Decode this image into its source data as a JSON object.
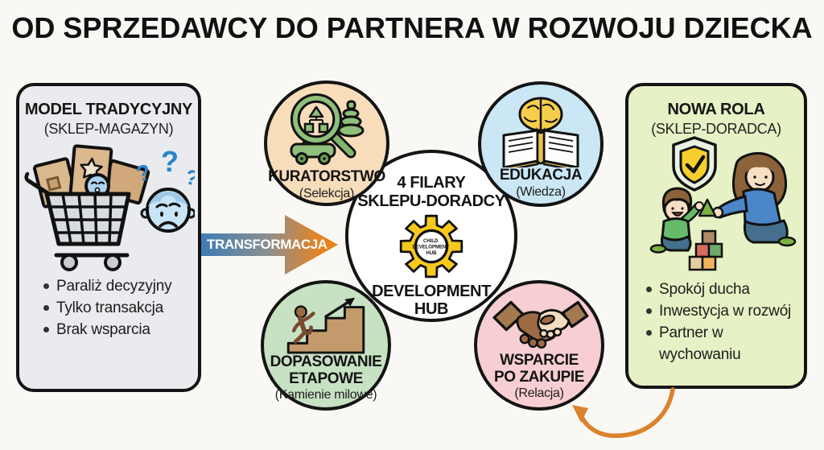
{
  "title": "OD SPRZEDAWCY DO PARTNERA W ROZWOJU DZIECKA",
  "left_panel": {
    "style": "background:#E9EBEE",
    "title": "MODEL TRADYCYJNY",
    "subtitle": "(SKLEP-MAGAZYN)",
    "icon": "overloaded-cart-confused-parent-icon",
    "bullets": [
      "Paraliż decyzyjny",
      "Tylko transakcja",
      "Brak wsparcia"
    ]
  },
  "transformation": {
    "label": "TRANSFORMACJA",
    "gradient_from": "#3E7CB2",
    "gradient_to": "#E8831E"
  },
  "hub": {
    "title_line1": "4 FILARY",
    "title_line2": "SKLEPU-DORADCY",
    "gear": {
      "line1": "CHILD",
      "line2": "DEVELOPMENT",
      "line3": "HUB",
      "color_left": "#F7C91D",
      "color_right": "#EF8A1B"
    },
    "footer_line1": "DEVELOPMENT",
    "footer_line2": "HUB"
  },
  "pillars": [
    {
      "id": "kuratorstwo",
      "style": "background:#F8DDBB",
      "bg": "#F8DDBB",
      "icon": "magnifier-toys-icon",
      "lines": [
        "KURATORSTWO"
      ],
      "subtitle": "(Selekcja)"
    },
    {
      "id": "edukacja",
      "style": "background:#CBE7F6",
      "bg": "#CBE7F6",
      "icon": "book-brain-icon",
      "lines": [
        "EDUKACJA"
      ],
      "subtitle": "(Wiedza)"
    },
    {
      "id": "dopasowanie",
      "style": "background:#C7E1C3",
      "bg": "#C7E1C3",
      "icon": "stairs-climb-icon",
      "lines": [
        "DOPASOWANIE",
        "ETAPOWE"
      ],
      "subtitle": "(Kamienie milowe)"
    },
    {
      "id": "wsparcie",
      "style": "background:#F7CED2",
      "bg": "#F7CED2",
      "icon": "handshake-icon",
      "lines": [
        "WSPARCIE",
        "PO ZAKUPIE"
      ],
      "subtitle": "(Relacja)"
    }
  ],
  "right_panel": {
    "style": "background:#E6F1C5",
    "title": "NOWA ROLA",
    "subtitle": "(SKLEP-DORADCA)",
    "icon": "shield-family-blocks-icon",
    "bullets": [
      "Spokój ducha",
      "Inwestycja w rozwój",
      "Partner w wychowaniu"
    ]
  },
  "loop_arrow_color": "#D9832C"
}
